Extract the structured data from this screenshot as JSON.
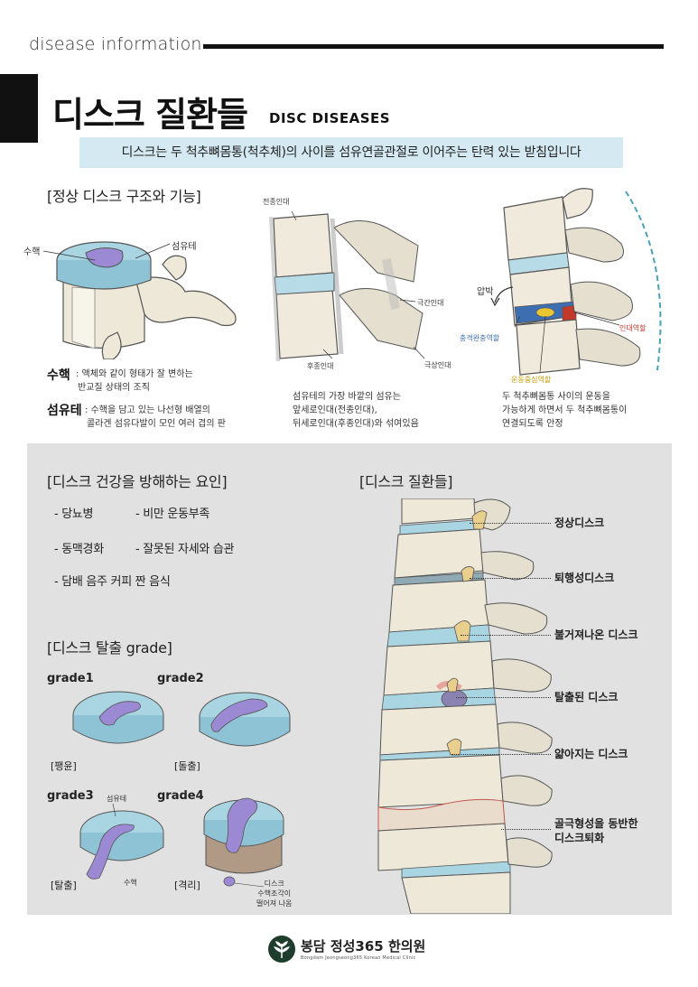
{
  "header": {
    "label": "disease information",
    "title_ko": "디스크 질환들",
    "title_en": "DISC DISEASES",
    "subtitle": "디스크는 두 척추뼈몸통(척추체)의 사이를 섬유연골관절로 이어주는 탄력 있는 받침입니다"
  },
  "structure": {
    "title": "[정상 디스크 구조와 기능]",
    "fig1": {
      "label_nucleus": "수핵",
      "label_annulus": "섬유테"
    },
    "fig2": {
      "label_anterior": "전종인대",
      "label_interspinous": "극간인대",
      "label_posterior": "후종인대",
      "label_supraspinous": "극상인대"
    },
    "fig3": {
      "label_pressure": "압박",
      "label_shock": "충격완충역할",
      "label_ligament": "인대역할",
      "label_center": "운동중심역할"
    },
    "terms": {
      "nucleus_term": "수핵",
      "nucleus_desc1": ": 액체와 같이 형태가 잘 변하는",
      "nucleus_desc2": "반교질 상태의 조직",
      "annulus_term": "섬유테",
      "annulus_desc1": ": 수핵을 담고 있는 나선형 배열의",
      "annulus_desc2": "콜라겐 섬유다발이 모인 여러 겹의 판"
    },
    "caption2": [
      "섬유테의 가장 바깥의 섬유는",
      "앞세로인대(전종인대),",
      "뒤세로인대(후종인대)와 섞여있음"
    ],
    "caption3": [
      "두 척추뼈몸통 사이의 운동을",
      "가능하게 하면서 두 척추뼈몸통이",
      "연결되도록 안정"
    ]
  },
  "factors": {
    "title": "[디스크 건강을 방해하는 요인]",
    "items": [
      "- 당뇨병",
      "- 비만 운동부족",
      "- 동맥경화",
      "- 잘못된 자세와 습관",
      "- 담배 음주 커피 짠 음식"
    ]
  },
  "grades": {
    "title": "[디스크 탈출 grade]",
    "g1": "grade1",
    "g1_cap": "[팽윤]",
    "g2": "grade2",
    "g2_cap": "[돌출]",
    "g3": "grade3",
    "g3_cap": "[탈출]",
    "g4": "grade4",
    "g4_cap": "[격리]",
    "g3_annulus": "섬유테",
    "g3_nucleus": "수핵",
    "g4_note": [
      "디스크",
      "수핵조각이",
      "떨어져 나옴"
    ]
  },
  "diseases": {
    "title": "[디스크 질환들]",
    "items": [
      "정상디스크",
      "퇴행성디스크",
      "불거져나온 디스크",
      "탈출된 디스크",
      "얇아지는 디스크"
    ],
    "last": [
      "골극형성을 동반한",
      "디스크퇴화"
    ]
  },
  "footer": {
    "name": "봉담 정성365 한의원",
    "sub": "Bongdam Jeongseong365 Korean Medical Clinic"
  },
  "colors": {
    "disc_blue": "#a9d5e3",
    "nucleus_purple": "#9b8ad3",
    "bone": "#ede8d8",
    "bone_dark": "#b9b196",
    "panel_gray": "#e2e1e1",
    "subtitle_bg": "#d4e9f2",
    "ligament_red": "#c0392b",
    "center_yellow": "#e8c531",
    "shock_blue": "#3d6fb0"
  }
}
